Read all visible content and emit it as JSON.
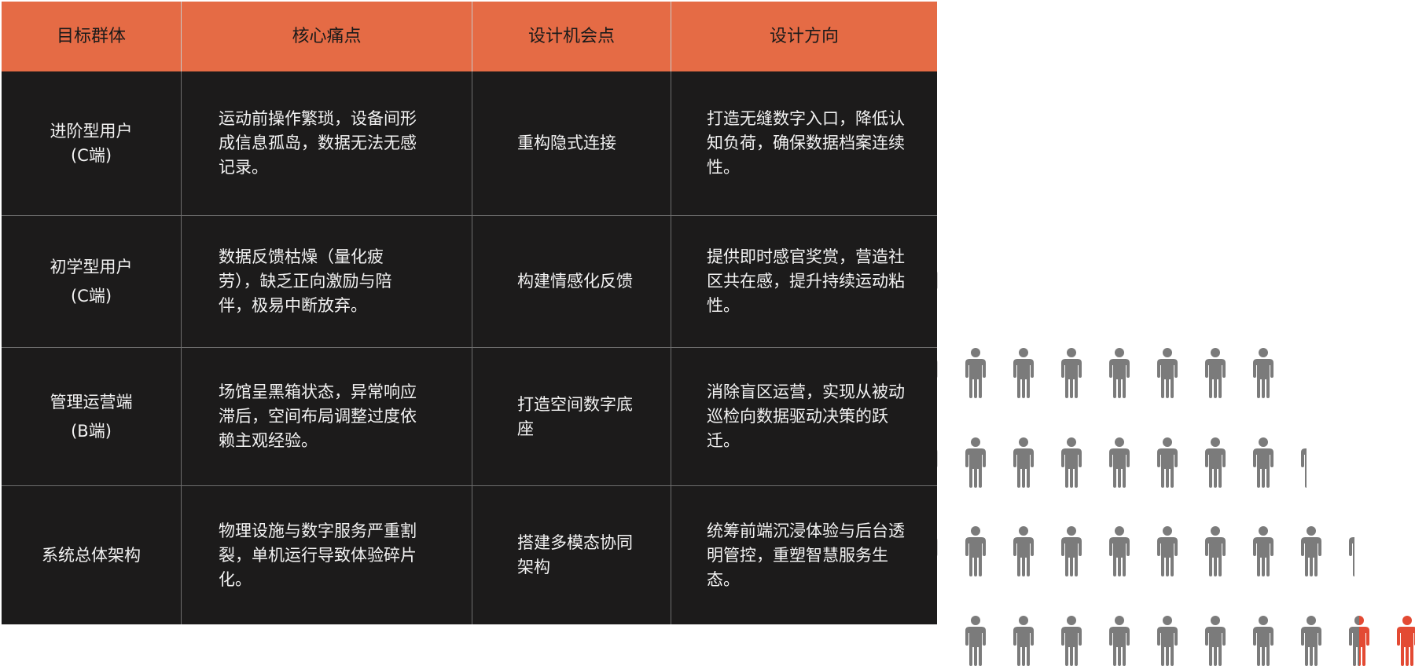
{
  "table": {
    "headers": [
      "目标群体",
      "核心痛点",
      "设计机会点",
      "设计方向"
    ],
    "rows": [
      {
        "group": "进阶型用户",
        "group_sub": "(C端)",
        "pain": "运动前操作繁琐，设备间形成信息孤岛，数据无法无感记录。",
        "opportunity": "重构隐式连接",
        "direction": "打造无缝数字入口，降低认知负荷，确保数据档案连续性。"
      },
      {
        "group": "初学型用户",
        "group_sub": "(C端)",
        "pain": "数据反馈枯燥（量化疲劳），缺乏正向激励与陪伴，极易中断放弃。",
        "opportunity": "构建情感化反馈",
        "direction": "提供即时感官奖赏，营造社区共在感，提升持续运动粘性。"
      },
      {
        "group": "管理运营端",
        "group_sub": "(B端)",
        "pain": "场馆呈黑箱状态，异常响应滞后，空间布局调整过度依赖主观经验。",
        "opportunity": "打造空间数字底座",
        "direction": "消除盲区运营，实现从被动巡检向数据驱动决策的跃迁。"
      },
      {
        "group": "系统总体架构",
        "group_sub": "",
        "pain": "物理设施与数字服务严重割裂，单机运行导致体验碎片化。",
        "opportunity": "搭建多模态协同架构",
        "direction": "统筹前端沉浸体验与后台透明管控，重塑智慧服务生态。"
      }
    ]
  },
  "figures": {
    "rows": [
      {
        "gray": 7,
        "highlight": 0,
        "partial": 0
      },
      {
        "gray": 7,
        "highlight": 0,
        "partial": 0.3
      },
      {
        "gray": 8,
        "highlight": 0,
        "partial": 0.3
      },
      {
        "gray": 8,
        "highlight": 1,
        "split": 1
      }
    ],
    "colors": {
      "gray": "#7b7b7b",
      "highlight": "#e34a33",
      "ghost": "#101010"
    }
  }
}
